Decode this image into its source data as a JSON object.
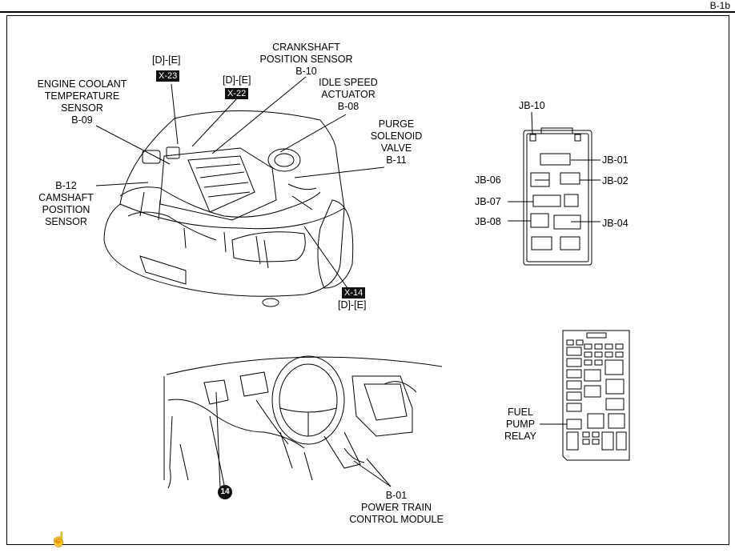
{
  "page": {
    "label": "B-1b"
  },
  "engine_bay": {
    "engine_coolant_sensor": {
      "line1": "ENGINE COOLANT",
      "line2": "TEMPERATURE",
      "line3": "SENSOR",
      "code": "B-09"
    },
    "crankshaft_sensor": {
      "line1": "CRANKSHAFT",
      "line2": "POSITION SENSOR",
      "code": "B-10"
    },
    "idle_speed_actuator": {
      "line1": "IDLE SPEED",
      "line2": "ACTUATOR",
      "code": "B-08"
    },
    "purge_valve": {
      "line1": "PURGE",
      "line2": "SOLENOID",
      "line3": "VALVE",
      "code": "B-11"
    },
    "camshaft_sensor": {
      "code": "B-12",
      "line1": "CAMSHAFT",
      "line2": "POSITION",
      "line3": "SENSOR"
    },
    "connectors": [
      {
        "ref": "[D]-[E]",
        "tag": "X-23"
      },
      {
        "ref": "[D]-[E]",
        "tag": "X-22"
      },
      {
        "ref": "[D]-[E]",
        "tag": "X-14"
      }
    ]
  },
  "junction_box": {
    "labels": [
      "JB-10",
      "JB-01",
      "JB-06",
      "JB-02",
      "JB-07",
      "JB-08",
      "JB-04"
    ]
  },
  "relay_box": {
    "line1": "FUEL",
    "line2": "PUMP",
    "line3": "RELAY"
  },
  "dashboard": {
    "badge": "14",
    "pcm_code": "B-01",
    "pcm_line1": "POWER TRAIN",
    "pcm_line2": "CONTROL MODULE"
  },
  "icons": {
    "cursor": "hand-pointer-icon"
  }
}
